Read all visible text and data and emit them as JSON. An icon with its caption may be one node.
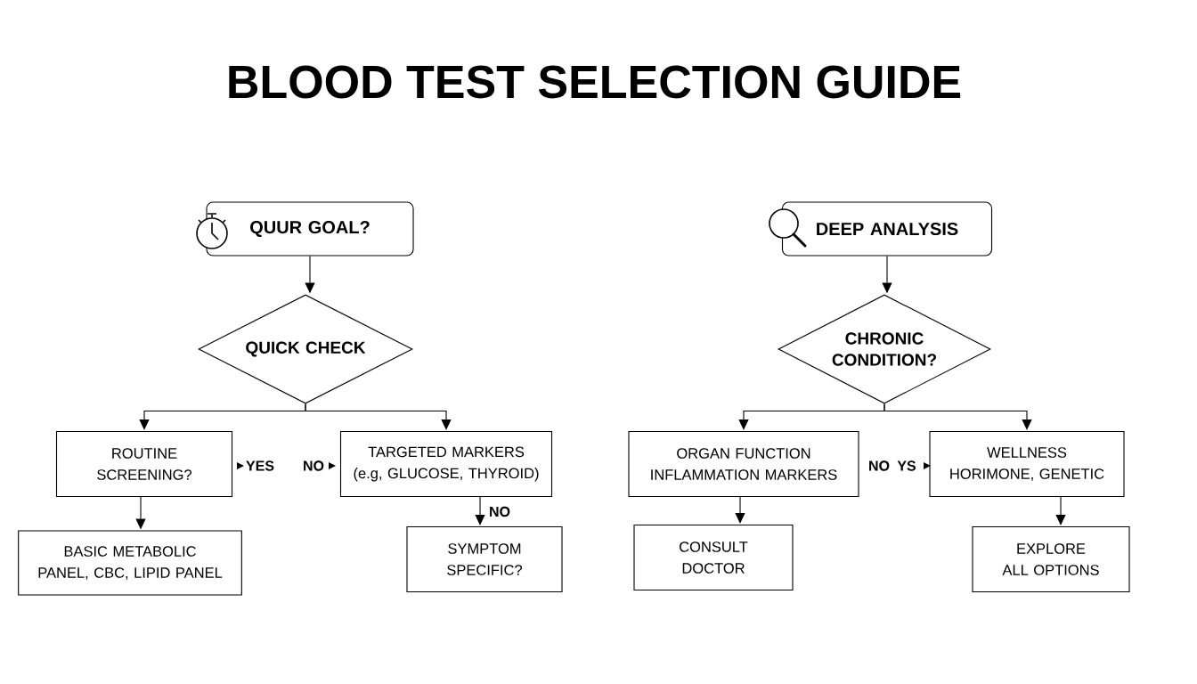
{
  "diagram": {
    "title": "BLOOD TEST SELECTION GUIDE",
    "nodes": [
      {
        "text": [
          "QUUR GOAL?"
        ]
      },
      {
        "text": [
          "QUICK CHECK"
        ]
      },
      {
        "text": [
          "ROUTINE SCREENING?"
        ]
      },
      {
        "text": [
          "TARGETED MARKERS (e.g, GLUCOSE, THYROID)"
        ]
      },
      {
        "text": [
          "BASIC METABOLIC PANEL, CBC, LIPID PANEL"
        ]
      },
      {
        "text": [
          "SYMPTOM SPECIFIC?"
        ]
      },
      {
        "text": [
          "DEEP ANALYSIS"
        ]
      },
      {
        "text": [
          "CHRONIC CONDITION?"
        ]
      },
      {
        "text": [
          "ORGAN FUNCTION INFLAMMATION MARKERS"
        ]
      },
      {
        "text": [
          "WELLNESS HORIMONE, GENETIC"
        ]
      },
      {
        "text": [
          "CONSULT DOCTOR"
        ]
      },
      {
        "text": [
          "EXPLORE ALL OPTIONS"
        ]
      }
    ],
    "edges": [
      {
        "from": 0,
        "to": 1,
        "arrow": "to"
      },
      {
        "from": 1,
        "to": 2,
        "arrow": "to"
      },
      {
        "from": 1,
        "to": 3,
        "arrow": "to"
      },
      {
        "from": 2,
        "to": 4,
        "arrow": "to"
      },
      {
        "from": 3,
        "to": 5,
        "arrow": "to",
        "label": "NO"
      },
      {
        "from": 6,
        "to": 7,
        "arrow": "to"
      },
      {
        "from": 7,
        "to": 8,
        "arrow": "to"
      },
      {
        "from": 7,
        "to": 9,
        "arrow": "to"
      },
      {
        "from": 8,
        "to": 10,
        "arrow": "to"
      },
      {
        "from": 9,
        "to": 11,
        "arrow": "to"
      }
    ],
    "labels": [
      "YES",
      "NO",
      "NO",
      "YS"
    ]
  }
}
